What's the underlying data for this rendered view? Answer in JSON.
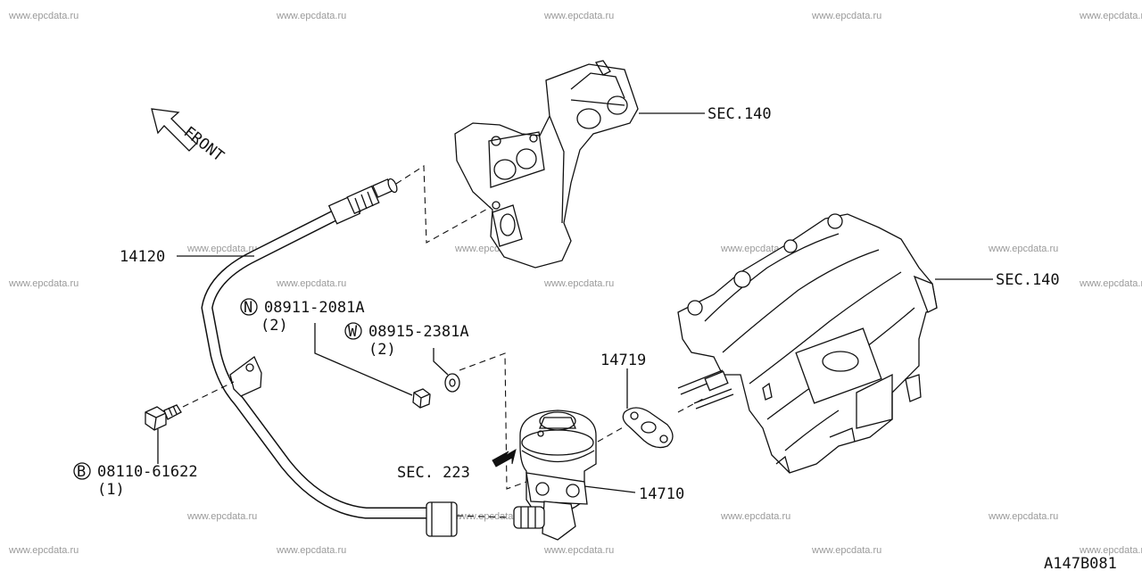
{
  "watermark": "www.epcdata.ru",
  "diagram_code": "A147B081",
  "front_label": "FRONT",
  "callouts": {
    "sec_140_top": "SEC.140",
    "sec_140_right": "SEC.140",
    "sec_223": "SEC. 223",
    "p14120": "14120",
    "p14719": "14719",
    "p14710": "14710",
    "nut": {
      "letter": "N",
      "code": "08911-2081A",
      "qty": "(2)"
    },
    "washer": {
      "letter": "W",
      "code": "08915-2381A",
      "qty": "(2)"
    },
    "bolt": {
      "letter": "B",
      "code": "08110-61622",
      "qty": "(1)"
    }
  }
}
